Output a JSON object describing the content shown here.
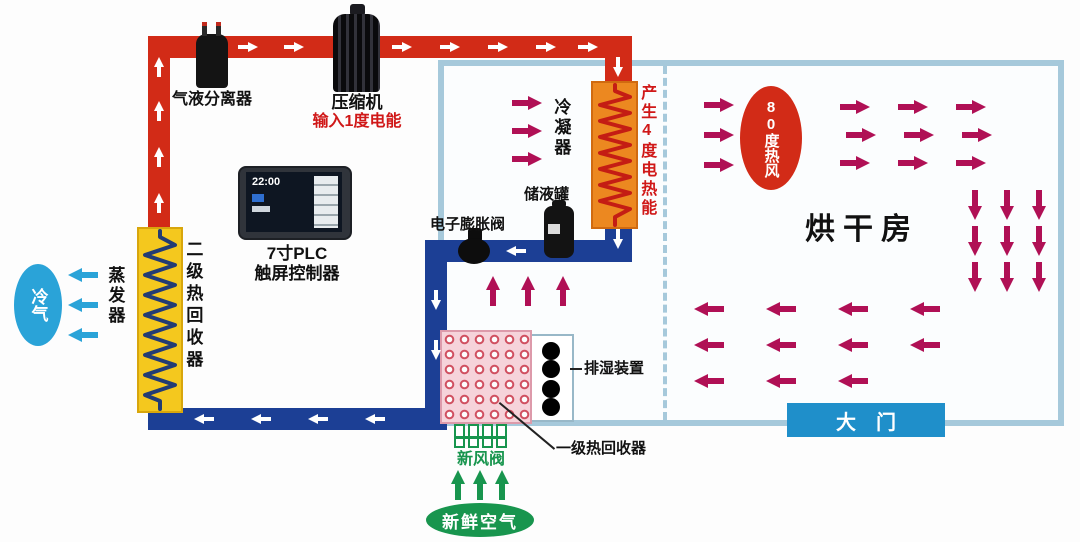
{
  "components": {
    "gas_liquid_separator": "气液分离器",
    "compressor": "压缩机",
    "compressor_input": "输入1度电能",
    "condenser": "冷凝器",
    "condenser_output": "产生4度电热能",
    "liquid_tank": "储液罐",
    "expansion_valve": "电子膨胀阀",
    "plc_line1": "7寸PLC",
    "plc_line2": "触屏控制器",
    "plc_clock": "22:00",
    "evaporator": "蒸发器",
    "secondary_heat_recovery": "二级热回收器",
    "cold_air": "冷气",
    "drying_room": "烘干房",
    "hot_air": "80度热风",
    "door": "大　门",
    "dehumidifier": "排湿装置",
    "primary_heat_recovery": "一级热回收器",
    "fresh_air_valve": "新风阀",
    "fresh_air": "新鲜空气"
  },
  "colors": {
    "hot_pipe": "#d22b17",
    "cold_pipe": "#1c3f95",
    "flow_arrow": "#b01055",
    "green": "#18954e",
    "room_border": "#a6c9db",
    "door_blue": "#1f8fca",
    "cold_air_blue": "#2aa3d8",
    "coil_yellow": "#f4c81e",
    "coil_orange": "#ec8820",
    "panel_pink": "#f6d3da",
    "energy_red": "#d01818"
  }
}
